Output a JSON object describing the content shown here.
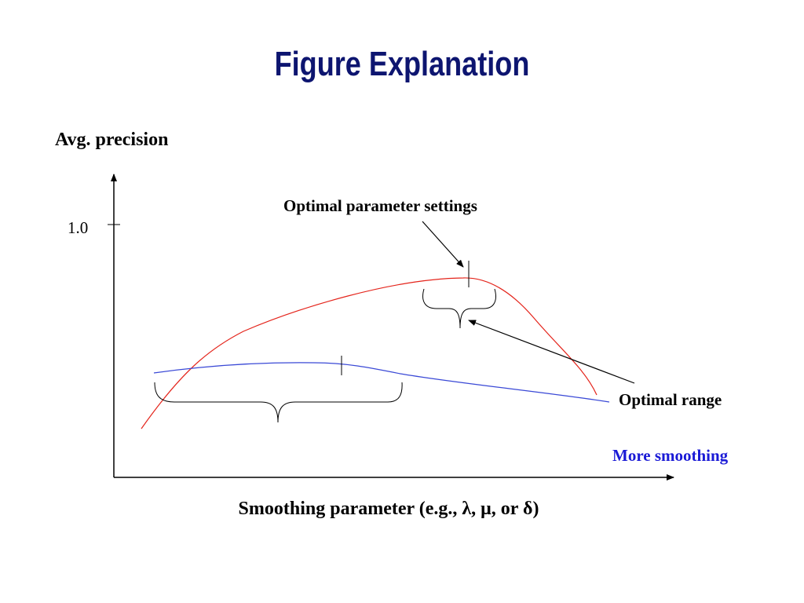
{
  "colors": {
    "title": "#0d1570",
    "text": "#000000",
    "red_curve": "#e4241b",
    "blue_curve": "#3a49d6",
    "more_smoothing": "#1a1ad6"
  },
  "slide": {
    "title": "Figure Explanation"
  },
  "diagram": {
    "y_axis_label": "Avg. precision",
    "y_tick_label": "1.0",
    "x_axis_label": "Smoothing parameter (e.g., λ, μ, or δ)",
    "annotations": {
      "optimal_parameter_settings": "Optimal parameter settings",
      "optimal_range": "Optimal range",
      "more_smoothing": "More smoothing"
    }
  }
}
